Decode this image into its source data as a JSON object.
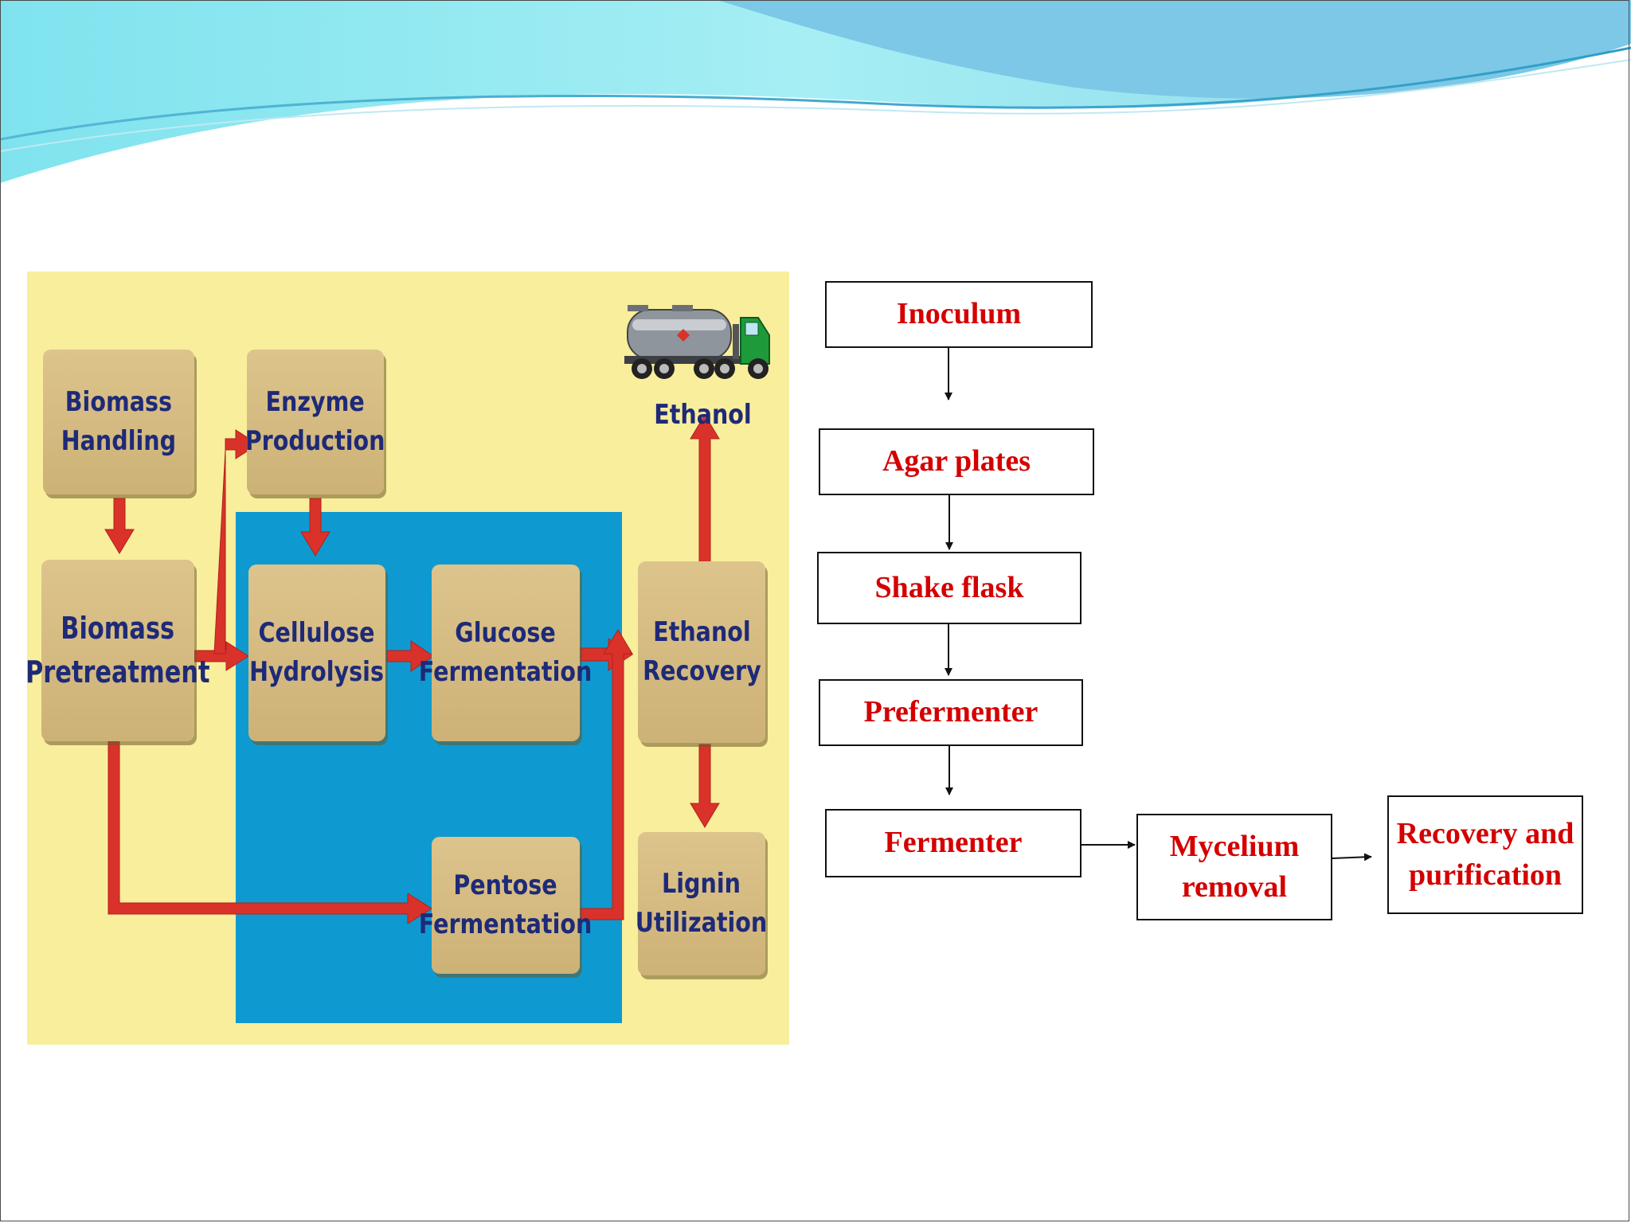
{
  "left_diagram": {
    "boxes": {
      "biomass_handling": "Biomass\nHandling",
      "enzyme_production": "Enzyme\nProduction",
      "biomass_pretreatment": "Biomass\nPretreatment",
      "cellulose_hydrolysis": "Cellulose\nHydrolysis",
      "glucose_fermentation": "Glucose\nFermentation",
      "ethanol_recovery": "Ethanol\nRecovery",
      "pentose_fermentation": "Pentose\nFermentation",
      "lignin_utilization": "Lignin\nUtilization"
    },
    "ethanol_label": "Ethanol"
  },
  "right_flowchart": {
    "steps": {
      "inoculum": "Inoculum",
      "agar_plates": "Agar plates",
      "shake_flask": "Shake flask",
      "prefermenter": "Prefermenter",
      "fermenter": "Fermenter",
      "mycelium_removal": "Mycelium\nremoval",
      "recovery_purification": "Recovery and\npurification"
    }
  },
  "colors": {
    "panel_background": "#f8ee9c",
    "blue_zone": "#0e9ad0",
    "box_fill": "#d6bc82",
    "box_text": "#1e2a78",
    "arrow": "#d9322a",
    "flow_text": "#d40000"
  }
}
